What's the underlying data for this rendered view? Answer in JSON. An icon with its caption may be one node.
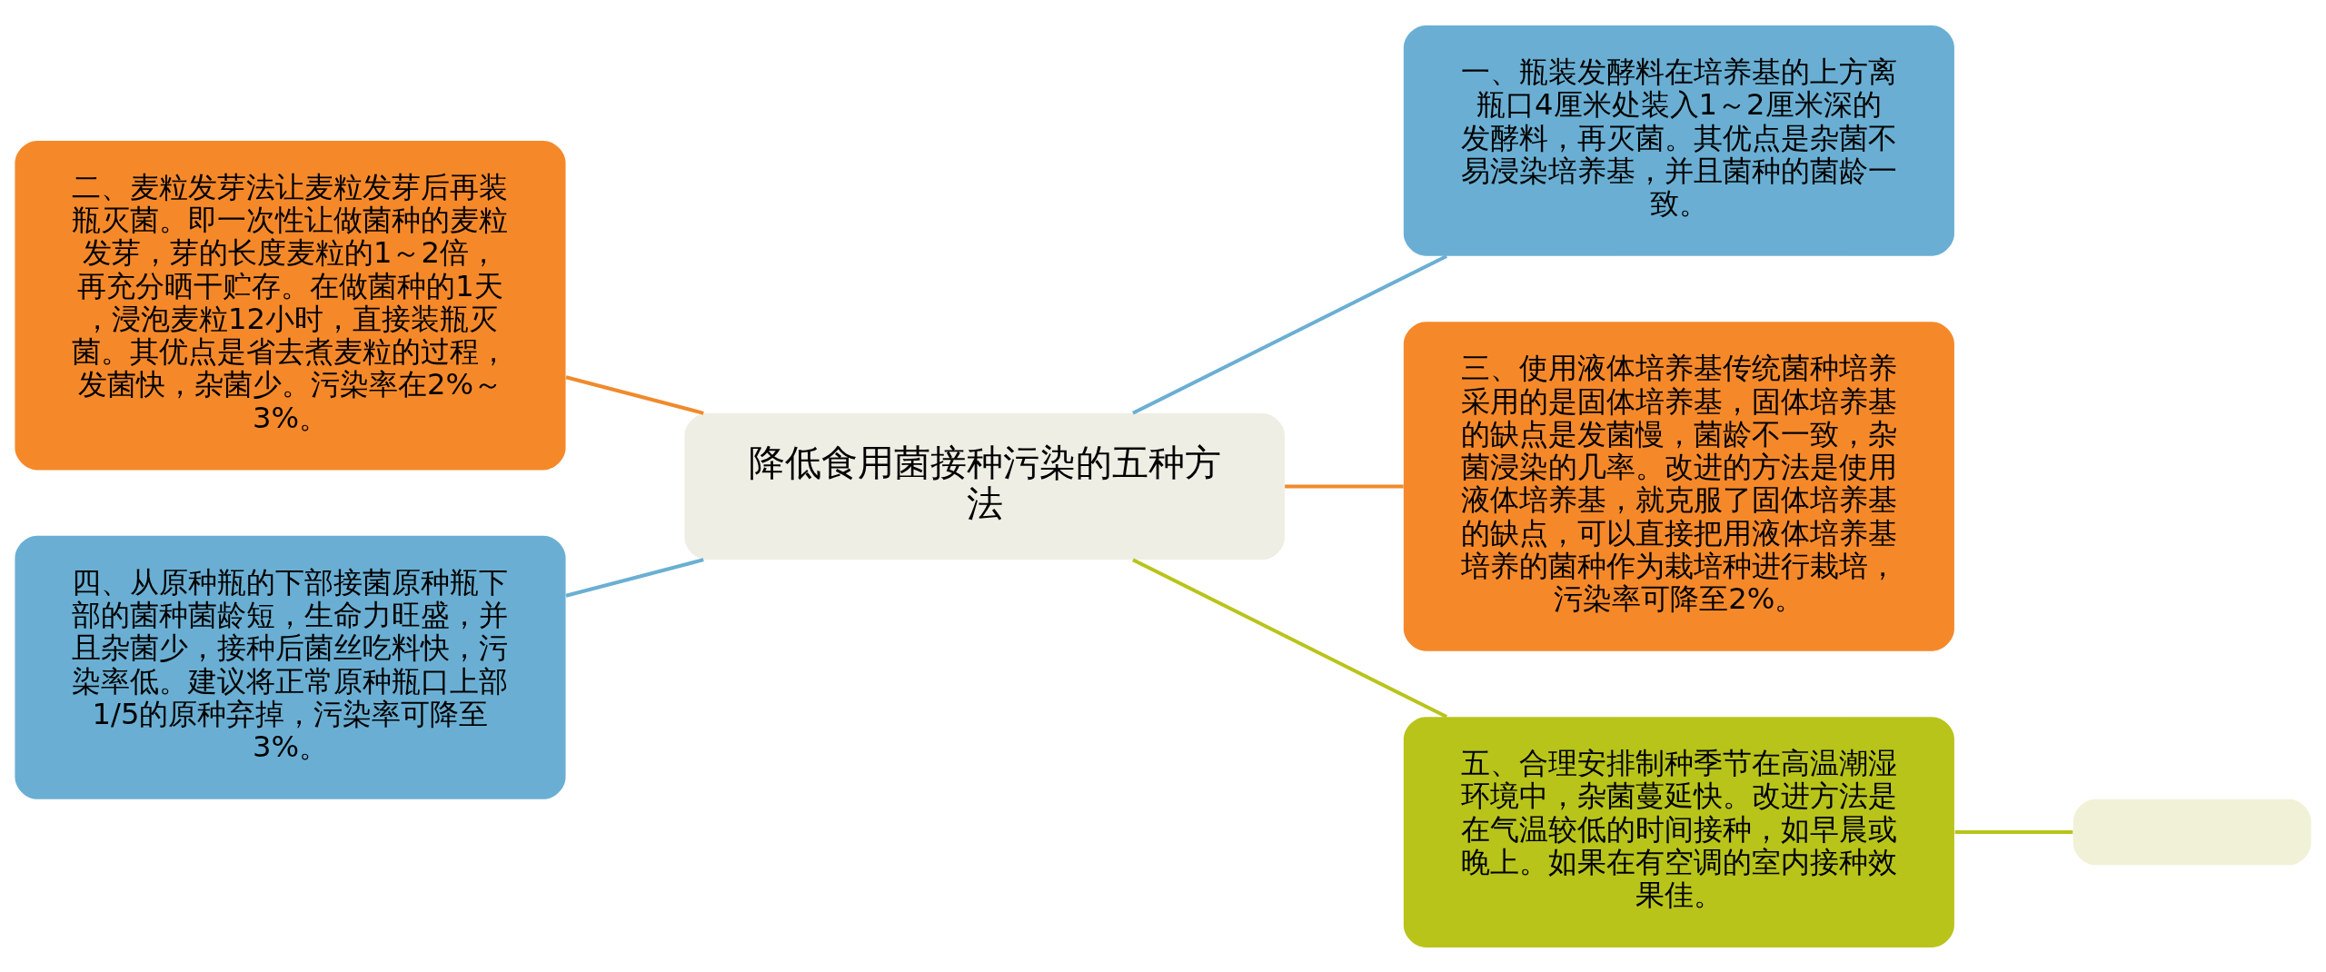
{
  "diagram": {
    "nodes": [
      {
        "text": [
          "降低食用菌接种污染的五种方法"
        ]
      },
      {
        "text": [
          "一、瓶装发酵料在培养基的上方离瓶口4厘米处装入1～2厘米深的发酵料，再灭菌。其优点是杂菌不易浸染培养基，并且菌种的菌龄一致。"
        ]
      },
      {
        "text": [
          "二、麦粒发芽法让麦粒发芽后再装瓶灭菌。即一次性让做菌种的麦粒发芽，芽的长度麦粒的1～2倍，再充分晒干贮存。在做菌种的1天，浸泡麦粒12小时，直接装瓶灭菌。其优点是省去煮麦粒的过程，发菌快，杂菌少。污染率在2%～3%。"
        ]
      },
      {
        "text": [
          "三、使用液体培养基传统菌种培养采用的是固体培养基，固体培养基的缺点是发菌慢，菌龄不一致，杂菌浸染的几率。改进的方法是使用液体培养基，就克服了固体培养基的缺点，可以直接把用液体培养基培养的菌种作为栽培种进行栽培，污染率可降至2%。"
        ]
      },
      {
        "text": [
          "四、从原种瓶的下部接菌原种瓶下部的菌种菌龄短，生命力旺盛，并且杂菌少，接种后菌丝吃料快，污染率低。建议将正常原种瓶口上部1/5的原种弃掉，污染率可降至3%。"
        ]
      },
      {
        "text": [
          "五、合理安排制种季节在高温潮湿环境中，杂菌蔓延快。改进方法是在气温较低的时间接种，如早晨或晚上。如果在有空调的室内接种效果佳。"
        ]
      },
      {
        "text": [],
        "shape": "box"
      }
    ],
    "edges": [
      {
        "from": 0,
        "to": 1,
        "arrow": "none",
        "color": "#6aafd3"
      },
      {
        "from": 0,
        "to": 2,
        "arrow": "none",
        "color": "#f08a2c"
      },
      {
        "from": 0,
        "to": 3,
        "arrow": "none",
        "color": "#f08a2c"
      },
      {
        "from": 0,
        "to": 4,
        "arrow": "none",
        "color": "#6aafd3"
      },
      {
        "from": 0,
        "to": 5,
        "arrow": "none",
        "color": "#b8c41a"
      },
      {
        "from": 5,
        "to": 6,
        "arrow": "none",
        "color": "#b8c41a"
      }
    ]
  }
}
